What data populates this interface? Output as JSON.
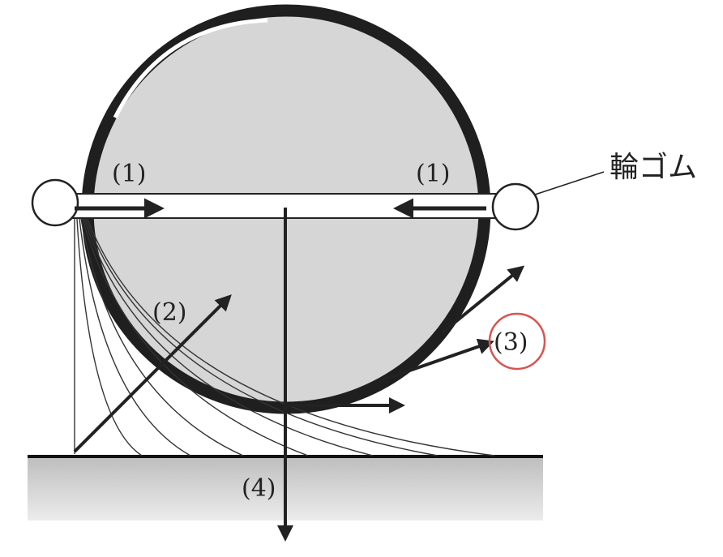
{
  "labels": {
    "force1_left": "(1)",
    "force1_right": "(1)",
    "force2": "(2)",
    "force3": "(3)",
    "force4": "(4)",
    "rubber_band": "輪ゴム"
  },
  "colors": {
    "disk_fill": "#d6d6d6",
    "ring": "#1f1f1f",
    "ground": "#cfcfcf",
    "highlight_circle": "#d9534f",
    "ink": "#222222"
  }
}
